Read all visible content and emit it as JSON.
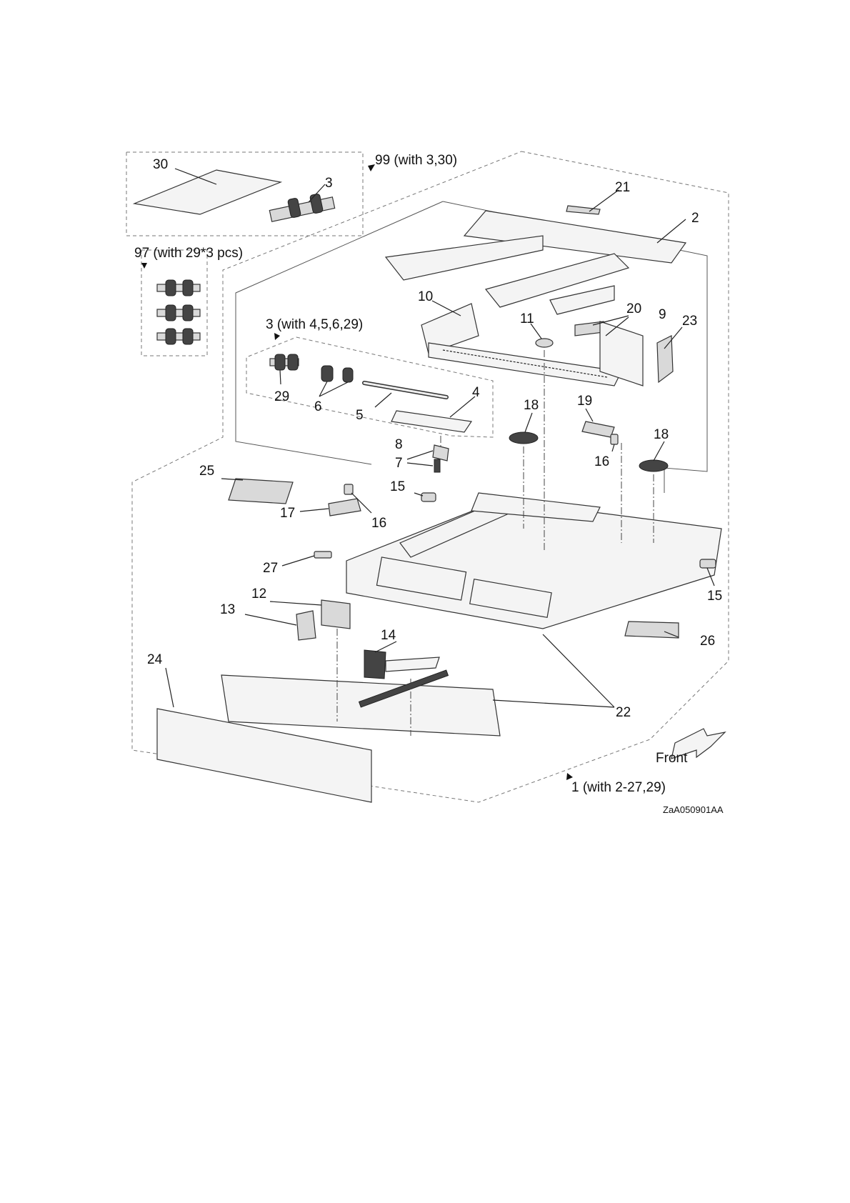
{
  "diagram": {
    "drawing_code": "ZaA050901AA",
    "front_label": "Front",
    "groups": {
      "kit_99": "99 (with 3,30)",
      "kit_97": "97 (with 29*3 pcs)",
      "assy_3": "3 (with 4,5,6,29)",
      "assy_1": "1 (with 2-27,29)"
    },
    "callouts": {
      "c30": "30",
      "c3a": "3",
      "c21": "21",
      "c2": "2",
      "c10": "10",
      "c11": "11",
      "c20": "20",
      "c9": "9",
      "c23": "23",
      "c29": "29",
      "c6": "6",
      "c5": "5",
      "c4": "4",
      "c18a": "18",
      "c19": "19",
      "c18b": "18",
      "c8": "8",
      "c7": "7",
      "c16a": "16",
      "c25": "25",
      "c15a": "15",
      "c17": "17",
      "c16b": "16",
      "c27": "27",
      "c15b": "15",
      "c12": "12",
      "c13": "13",
      "c26": "26",
      "c14": "14",
      "c24": "24",
      "c22": "22"
    }
  }
}
